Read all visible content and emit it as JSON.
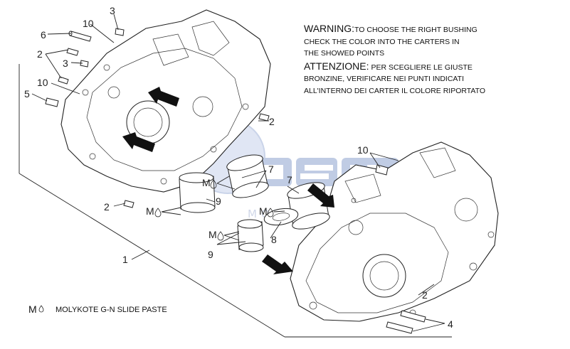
{
  "warning": {
    "heading_en": "WARNING:",
    "line1_en": "TO CHOOSE THE RIGHT BUSHING",
    "line2_en": "CHECK THE COLOR INTO THE CARTERS IN",
    "line3_en": "THE SHOWED POINTS",
    "heading_it": "ATTENZIONE:",
    "line1_it": "PER SCEGLIERE LE GIUSTE",
    "line2_it": "BRONZINE, VERIFICARE NEI PUNTI INDICATI",
    "line3_it": "ALL'INTERNO DEI CARTER IL COLORE RIPORTATO"
  },
  "legend": {
    "symbol": "M",
    "text": "MOLYKOTE G-N SLIDE PASTE"
  },
  "callouts": {
    "c1": "1",
    "c2a": "2",
    "c2b": "2",
    "c2c": "2",
    "c2d": "2",
    "c3a": "3",
    "c3b": "3",
    "c4": "4",
    "c5": "5",
    "c6": "6",
    "c7a": "7",
    "c7b": "7",
    "c8": "8",
    "c9a": "9",
    "c9b": "9",
    "c10a": "10",
    "c10b": "10",
    "c10c": "10",
    "m1": "M",
    "m2": "M",
    "m3": "M",
    "m4": "M"
  },
  "watermark": {
    "logo": "OEM",
    "subtitle": "MOTORPARTS"
  },
  "colors": {
    "watermark_blue": "#9fb2d8",
    "line": "#222222"
  }
}
